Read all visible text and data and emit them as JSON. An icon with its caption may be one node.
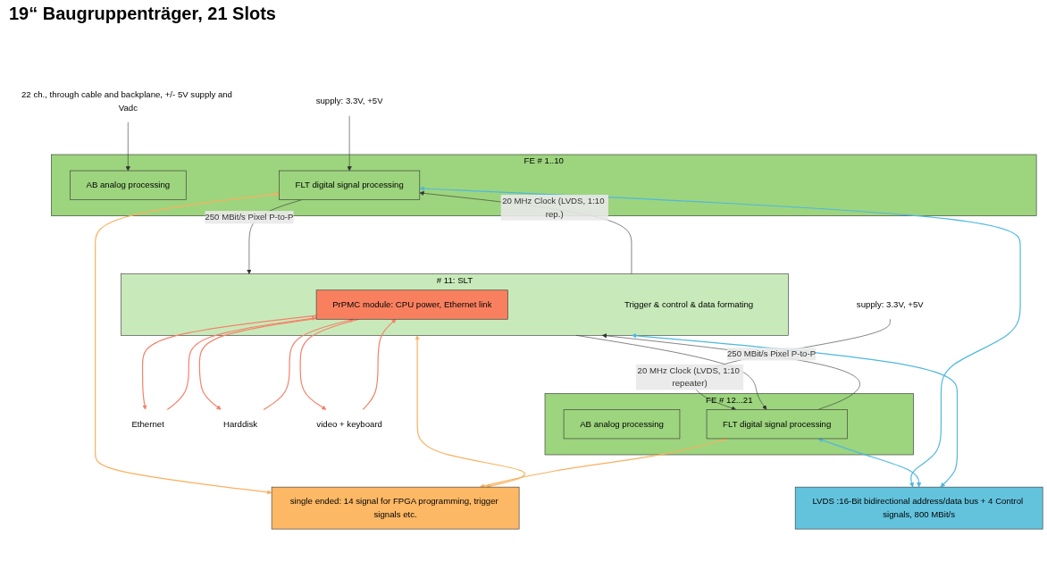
{
  "diagram": {
    "title": "19“ Baugruppenträger, 21 Slots",
    "nodes": [
      {
        "text": [
          "FE # 1..10"
        ]
      },
      {
        "text": [
          "AB analog processing"
        ],
        "in": 0
      },
      {
        "text": [
          "FLT digital signal processing"
        ],
        "in": 0
      },
      {
        "text": [
          "# 11: SLT"
        ]
      },
      {
        "text": [
          "PrPMC module: CPU power, Ethernet link"
        ],
        "in": 3
      },
      {
        "text": [
          "Trigger & control & data formating"
        ],
        "in": 3
      },
      {
        "text": [
          "FE # 12...21"
        ]
      },
      {
        "text": [
          "AB analog processing"
        ],
        "in": 6
      },
      {
        "text": [
          "FLT digital signal processing"
        ],
        "in": 6
      },
      {
        "text": [
          "LVDS :16-Bit bidirectional address/data bus + 4 Control signals, 800 MBit/s"
        ]
      },
      {
        "text": [
          "single ended: 14 signal for FPGA programming, trigger signals etc."
        ]
      },
      {
        "text": [
          "22 ch., through cable and backplane, +/- 5V supply and Vadc"
        ]
      },
      {
        "text": [
          "Ethernet"
        ]
      },
      {
        "text": [
          "Harddisk"
        ]
      },
      {
        "text": [
          "video + keyboard"
        ]
      },
      {
        "text": [
          "supply: 3.3V, +5V"
        ]
      },
      {
        "text": [
          "supply: 3.3V, +5V"
        ]
      }
    ],
    "edges": [
      {
        "from": 11,
        "to": 1,
        "arrow": "to"
      },
      {
        "from": 4,
        "to": 12,
        "arrow": "to",
        "color": "#f4826a"
      },
      {
        "from": 12,
        "to": 4,
        "arrow": "to",
        "color": "#f4826a"
      },
      {
        "from": 4,
        "to": 13,
        "arrow": "to",
        "color": "#f4826a"
      },
      {
        "from": 13,
        "to": 4,
        "arrow": "to",
        "color": "#f4826a"
      },
      {
        "from": 4,
        "to": 14,
        "arrow": "to",
        "color": "#f4826a"
      },
      {
        "from": 14,
        "to": 4,
        "arrow": "to",
        "color": "#f4826a"
      },
      {
        "from": 15,
        "to": 2,
        "arrow": "to"
      },
      {
        "from": 2,
        "to": 3,
        "arrow": "to",
        "label": "250 MBit/s Pixel P-to-P"
      },
      {
        "from": 3,
        "to": 2,
        "arrow": "to",
        "label": "20 MHz Clock (LVDS, 1:10 rep.)"
      },
      {
        "from": 8,
        "to": 3,
        "arrow": "to",
        "label": "250 MBit/s Pixel P-to-P"
      },
      {
        "from": 3,
        "to": 8,
        "arrow": "to",
        "label": "20 MHz Clock (LVDS, 1:10 repeater)"
      },
      {
        "from": 16,
        "to": 8,
        "arrow": "to"
      },
      {
        "from": 2,
        "to": 10,
        "arrow": "both",
        "color": "#f9b060"
      },
      {
        "from": 2,
        "to": 9,
        "arrow": "both",
        "color": "#4fb8de"
      },
      {
        "from": 3,
        "to": 9,
        "arrow": "both",
        "color": "#4fb8de"
      },
      {
        "from": 3,
        "to": 10,
        "arrow": "both",
        "color": "#f9b060"
      },
      {
        "from": 8,
        "to": 9,
        "arrow": "both",
        "color": "#4fb8de"
      },
      {
        "from": 8,
        "to": 10,
        "arrow": "both",
        "color": "#f9b060"
      }
    ]
  }
}
